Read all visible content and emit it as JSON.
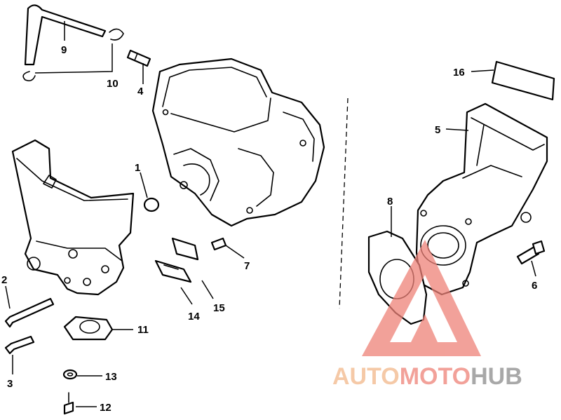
{
  "diagram": {
    "callouts": [
      "1",
      "2",
      "3",
      "4",
      "5",
      "6",
      "7",
      "8",
      "9",
      "10",
      "11",
      "12",
      "13",
      "14",
      "15",
      "16"
    ]
  },
  "watermark": {
    "part1": "AUTO",
    "part2": "MOTO",
    "part3": "HUB",
    "colors": {
      "auto": "#f2b88a",
      "moto": "#ee8278",
      "hub": "#8c8c8c",
      "triangle": "#ee8278"
    }
  }
}
